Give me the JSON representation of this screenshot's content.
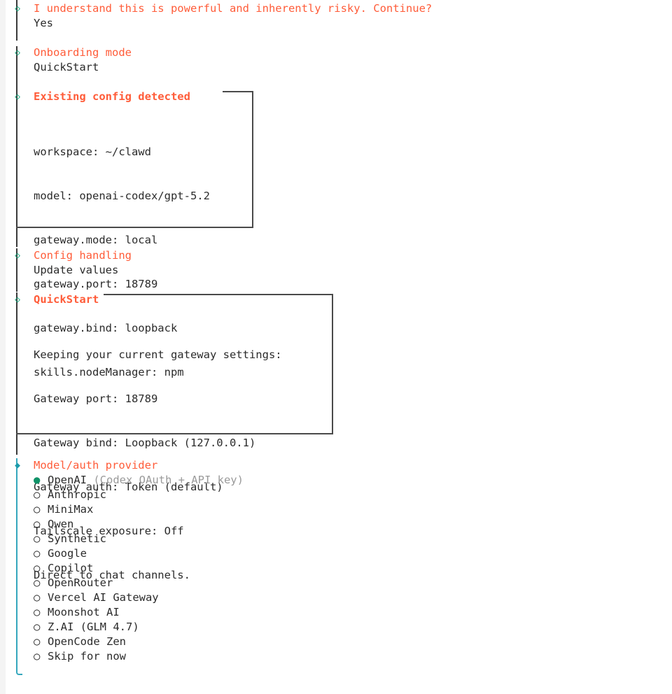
{
  "theme": {
    "accent_orange": "#ff5c39",
    "completed_marker": "#17a67b",
    "active_marker": "#1b9aaa",
    "active_rail": "#35a7bd",
    "selected_dot": "#109268",
    "text": "#2b2b2b",
    "muted": "#9a9a9a",
    "box_border": "#4a4a4a",
    "background": "#ffffff"
  },
  "steps": [
    {
      "marker_icon": "diamond-outline",
      "state": "completed",
      "title": "I understand this is powerful and inherently risky. Continue?",
      "answer": "Yes"
    },
    {
      "marker_icon": "diamond-outline",
      "state": "completed",
      "title": "Onboarding mode",
      "answer": "QuickStart"
    },
    {
      "marker_icon": "diamond-outline",
      "state": "completed",
      "title": "Existing config detected",
      "bold_title": true,
      "box": {
        "lines": [
          "workspace: ~/clawd",
          "model: openai-codex/gpt-5.2",
          "gateway.mode: local",
          "gateway.port: 18789",
          "gateway.bind: loopback",
          "skills.nodeManager: npm"
        ]
      }
    },
    {
      "marker_icon": "diamond-outline",
      "state": "completed",
      "title": "Config handling",
      "answer": "Update values"
    },
    {
      "marker_icon": "diamond-outline",
      "state": "completed",
      "title": "QuickStart",
      "bold_title": true,
      "box": {
        "lines": [
          "Keeping your current gateway settings:",
          "Gateway port: 18789",
          "Gateway bind: Loopback (127.0.0.1)",
          "Gateway auth: Token (default)",
          "Tailscale exposure: Off",
          "Direct to chat channels."
        ]
      }
    },
    {
      "marker_icon": "diamond-filled",
      "state": "active",
      "title": "Model/auth provider",
      "options": [
        {
          "label": "OpenAI",
          "hint": " (Codex OAuth + API key)",
          "selected": true
        },
        {
          "label": "Anthropic",
          "hint": "",
          "selected": false
        },
        {
          "label": "MiniMax",
          "hint": "",
          "selected": false
        },
        {
          "label": "Qwen",
          "hint": "",
          "selected": false
        },
        {
          "label": "Synthetic",
          "hint": "",
          "selected": false
        },
        {
          "label": "Google",
          "hint": "",
          "selected": false
        },
        {
          "label": "Copilot",
          "hint": "",
          "selected": false
        },
        {
          "label": "OpenRouter",
          "hint": "",
          "selected": false
        },
        {
          "label": "Vercel AI Gateway",
          "hint": "",
          "selected": false
        },
        {
          "label": "Moonshot AI",
          "hint": "",
          "selected": false
        },
        {
          "label": "Z.AI (GLM 4.7)",
          "hint": "",
          "selected": false
        },
        {
          "label": "OpenCode Zen",
          "hint": "",
          "selected": false
        },
        {
          "label": "Skip for now",
          "hint": "",
          "selected": false
        }
      ],
      "bullet_selected": "●",
      "bullet_unselected": "○"
    }
  ]
}
